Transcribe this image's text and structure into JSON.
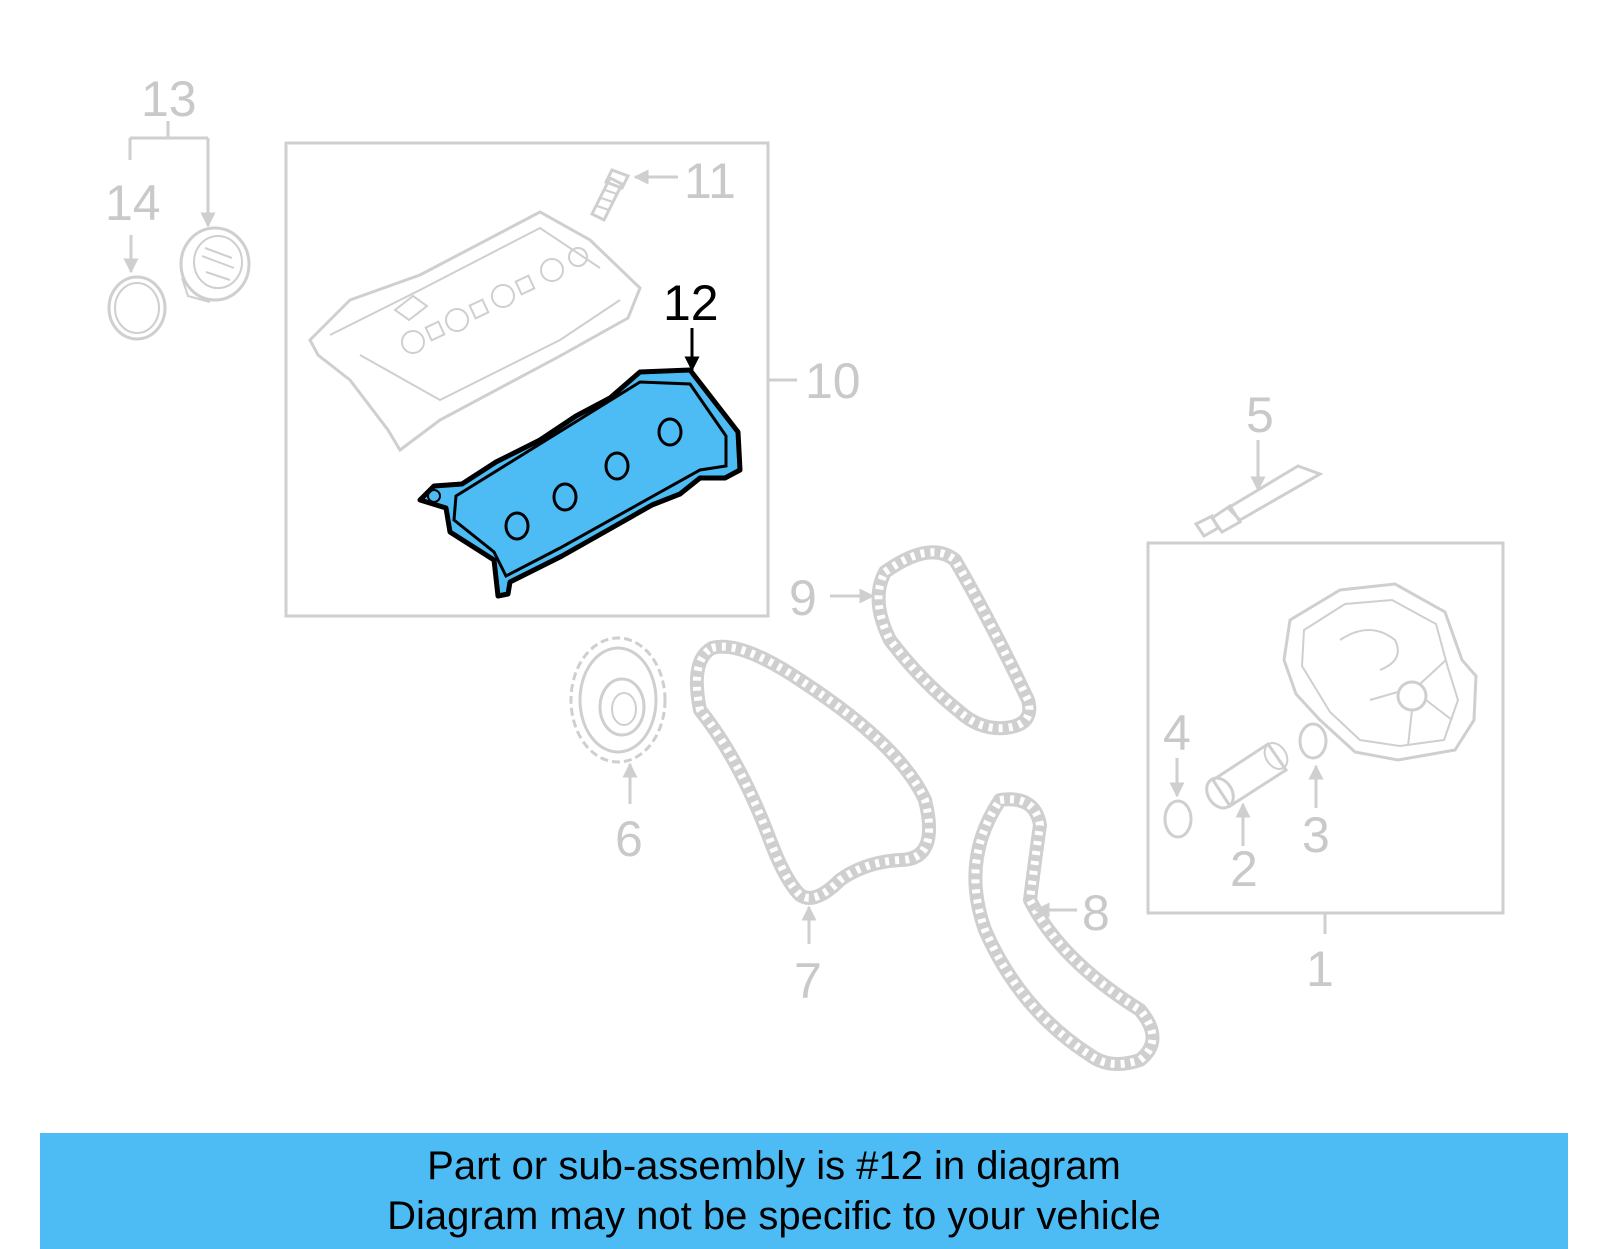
{
  "callouts": {
    "c1": "1",
    "c2": "2",
    "c3": "3",
    "c4": "4",
    "c5": "5",
    "c6": "6",
    "c7": "7",
    "c8": "8",
    "c9": "9",
    "c10": "10",
    "c11": "11",
    "c12": "12",
    "c13": "13",
    "c14": "14"
  },
  "highlight": {
    "part": "12",
    "fill": "#4dbcf4",
    "callout_color": "#000000"
  },
  "parts_color": "#cfcfcf",
  "banner": {
    "line1": "Part or sub-assembly is #12 in diagram",
    "line2": "Diagram may not be specific to your vehicle",
    "background": "#4dbcf4"
  }
}
